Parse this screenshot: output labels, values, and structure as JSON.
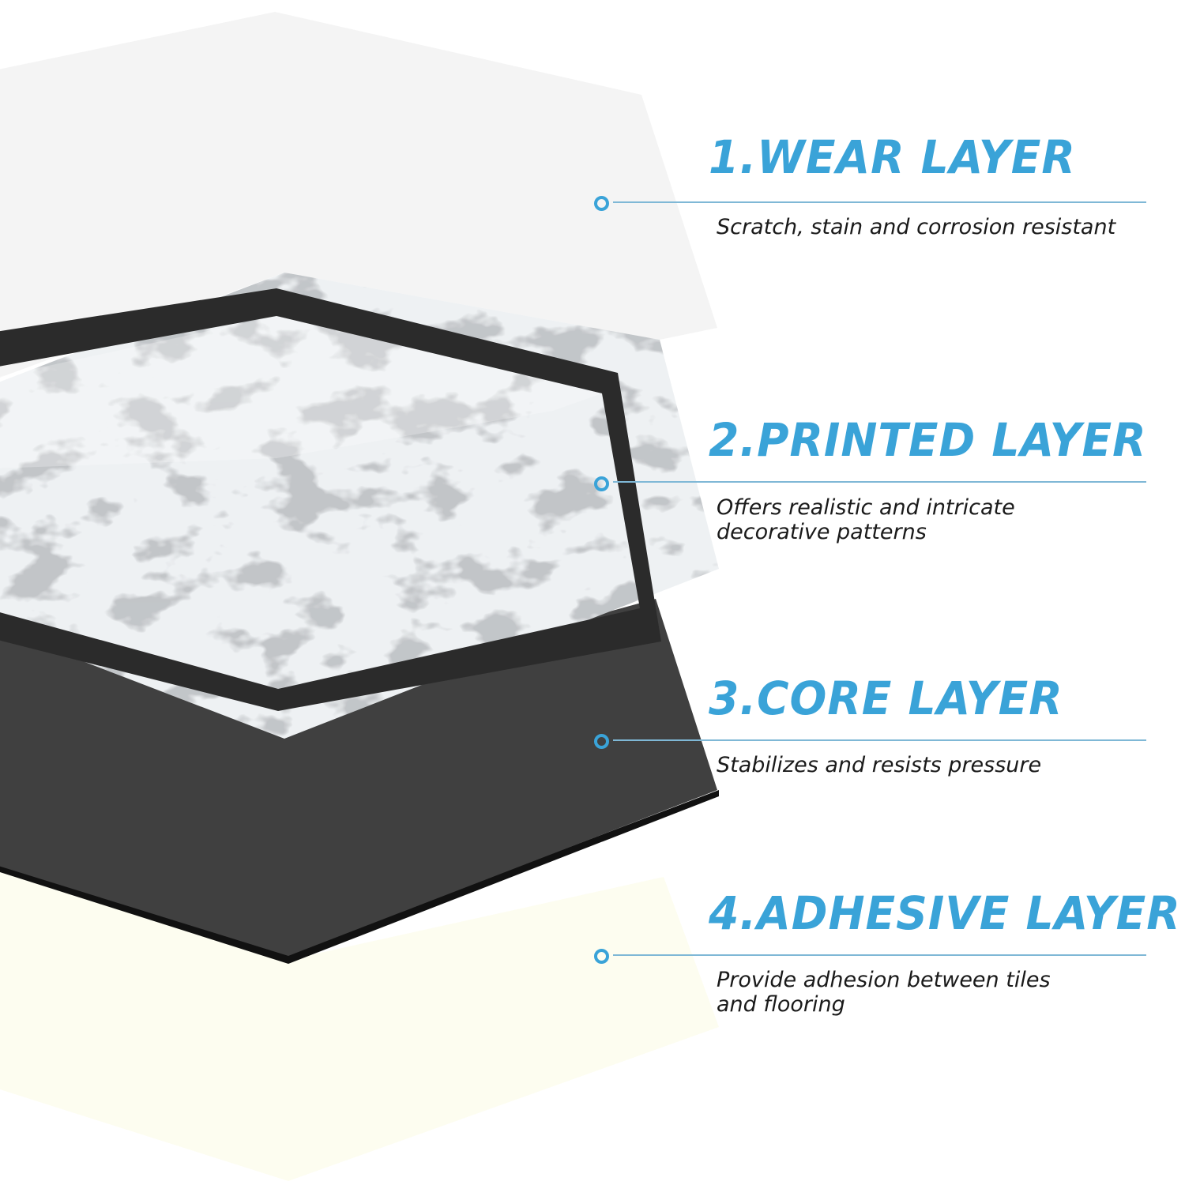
{
  "colors": {
    "accent": "#3aa3d8",
    "connector_line": "#7fb8d6",
    "wear_layer_fill": "#f4f4f4",
    "printed_layer_marble": "#eef1f3",
    "printed_layer_border": "#2b2b2b",
    "core_layer_fill": "#404040",
    "adhesive_layer_fill": "#fdfdf0"
  },
  "layers": [
    {
      "title": "1.WEAR LAYER",
      "description": "Scratch, stain and corrosion resistant",
      "icon": "circle-marker-icon"
    },
    {
      "title": "2.PRINTED LAYER",
      "description": "Offers realistic and intricate\ndecorative patterns",
      "icon": "circle-marker-icon"
    },
    {
      "title": "3.CORE LAYER",
      "description": "Stabilizes and resists pressure",
      "icon": "circle-marker-icon"
    },
    {
      "title": "4.ADHESIVE LAYER",
      "description": "Provide adhesion between tiles\nand flooring",
      "icon": "circle-marker-icon"
    }
  ]
}
